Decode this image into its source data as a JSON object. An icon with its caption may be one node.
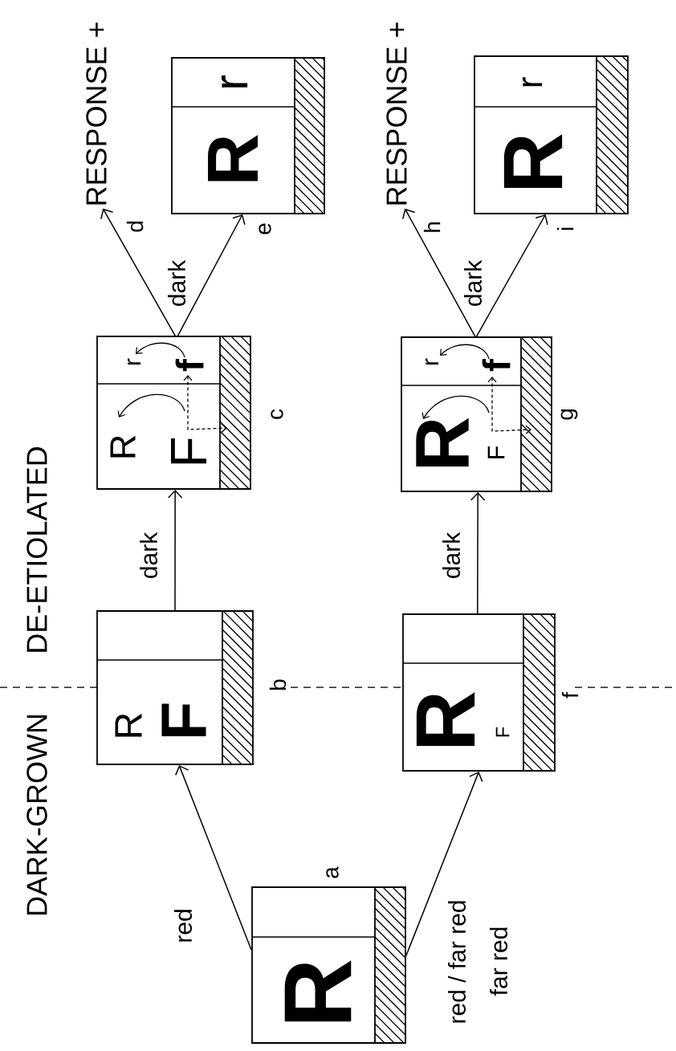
{
  "diagram": {
    "nodes": [
      {
        "text": [
          "R"
        ]
      },
      {
        "text": [
          "R",
          "F"
        ]
      },
      {
        "text": [
          "R",
          "F",
          "r",
          "f"
        ]
      },
      {
        "text": [
          "RESPONSE +"
        ]
      },
      {
        "text": [
          "R",
          "r"
        ]
      },
      {
        "text": [
          "R",
          "F"
        ]
      },
      {
        "text": [
          "R",
          "F",
          "r",
          "f"
        ]
      },
      {
        "text": [
          "RESPONSE +"
        ]
      },
      {
        "text": [
          "R",
          "r"
        ]
      }
    ],
    "edges": [
      {
        "from": 0,
        "to": 1,
        "arrow": "to",
        "label": "red"
      },
      {
        "from": 0,
        "to": 5,
        "arrow": "to",
        "label": "red / far red"
      },
      {
        "from": 1,
        "to": 2,
        "arrow": "to",
        "label": "dark"
      },
      {
        "from": 2,
        "to": 3,
        "arrow": "to"
      },
      {
        "from": 2,
        "to": 4,
        "arrow": "to",
        "label": "dark"
      },
      {
        "from": 5,
        "to": 6,
        "arrow": "to",
        "label": "dark"
      },
      {
        "from": 6,
        "to": 7,
        "arrow": "to"
      },
      {
        "from": 6,
        "to": 8,
        "arrow": "to",
        "label": "dark"
      }
    ],
    "labels": [
      "DARK-GROWN",
      "DE-ETIOLATED",
      "far red",
      "a",
      "b",
      "c",
      "d",
      "e",
      "f",
      "g",
      "h",
      "i"
    ]
  }
}
